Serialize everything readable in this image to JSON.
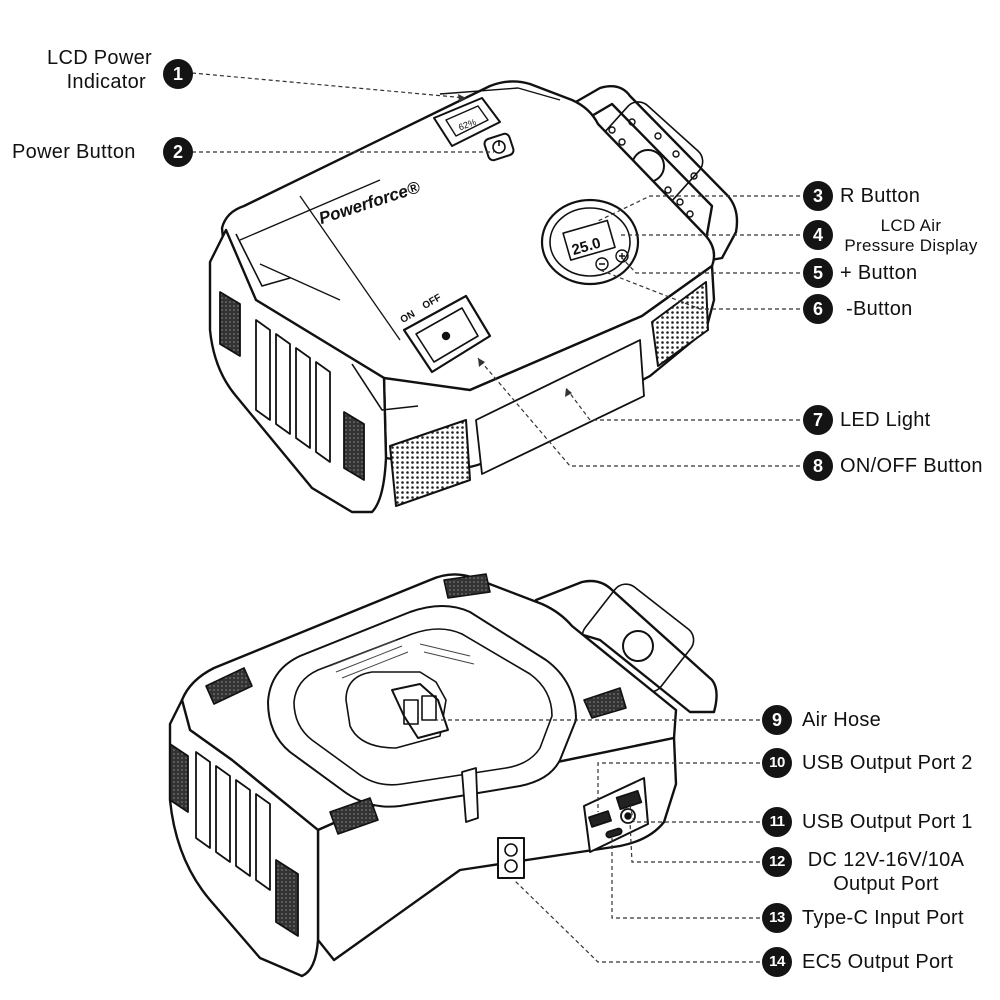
{
  "brand": "Powerforce®",
  "switch_labels": {
    "on": "ON",
    "off": "OFF"
  },
  "callouts": [
    {
      "num": "1",
      "label_lines": [
        "LCD Power",
        "Indicator"
      ]
    },
    {
      "num": "2",
      "label_lines": [
        "Power Button"
      ]
    },
    {
      "num": "3",
      "label_lines": [
        "R Button"
      ]
    },
    {
      "num": "4",
      "label_lines": [
        "LCD Air",
        "Pressure Display"
      ]
    },
    {
      "num": "5",
      "label_lines": [
        "+ Button"
      ]
    },
    {
      "num": "6",
      "label_lines": [
        "-Button"
      ]
    },
    {
      "num": "7",
      "label_lines": [
        "LED Light"
      ]
    },
    {
      "num": "8",
      "label_lines": [
        "ON/OFF Button"
      ]
    },
    {
      "num": "9",
      "label_lines": [
        "Air Hose"
      ]
    },
    {
      "num": "10",
      "label_lines": [
        "USB Output Port 2"
      ]
    },
    {
      "num": "11",
      "label_lines": [
        "USB Output Port 1"
      ]
    },
    {
      "num": "12",
      "label_lines": [
        "DC 12V-16V/10A",
        "Output Port"
      ]
    },
    {
      "num": "13",
      "label_lines": [
        "Type-C Input Port"
      ]
    },
    {
      "num": "14",
      "label_lines": [
        "EC5 Output Port"
      ]
    }
  ]
}
